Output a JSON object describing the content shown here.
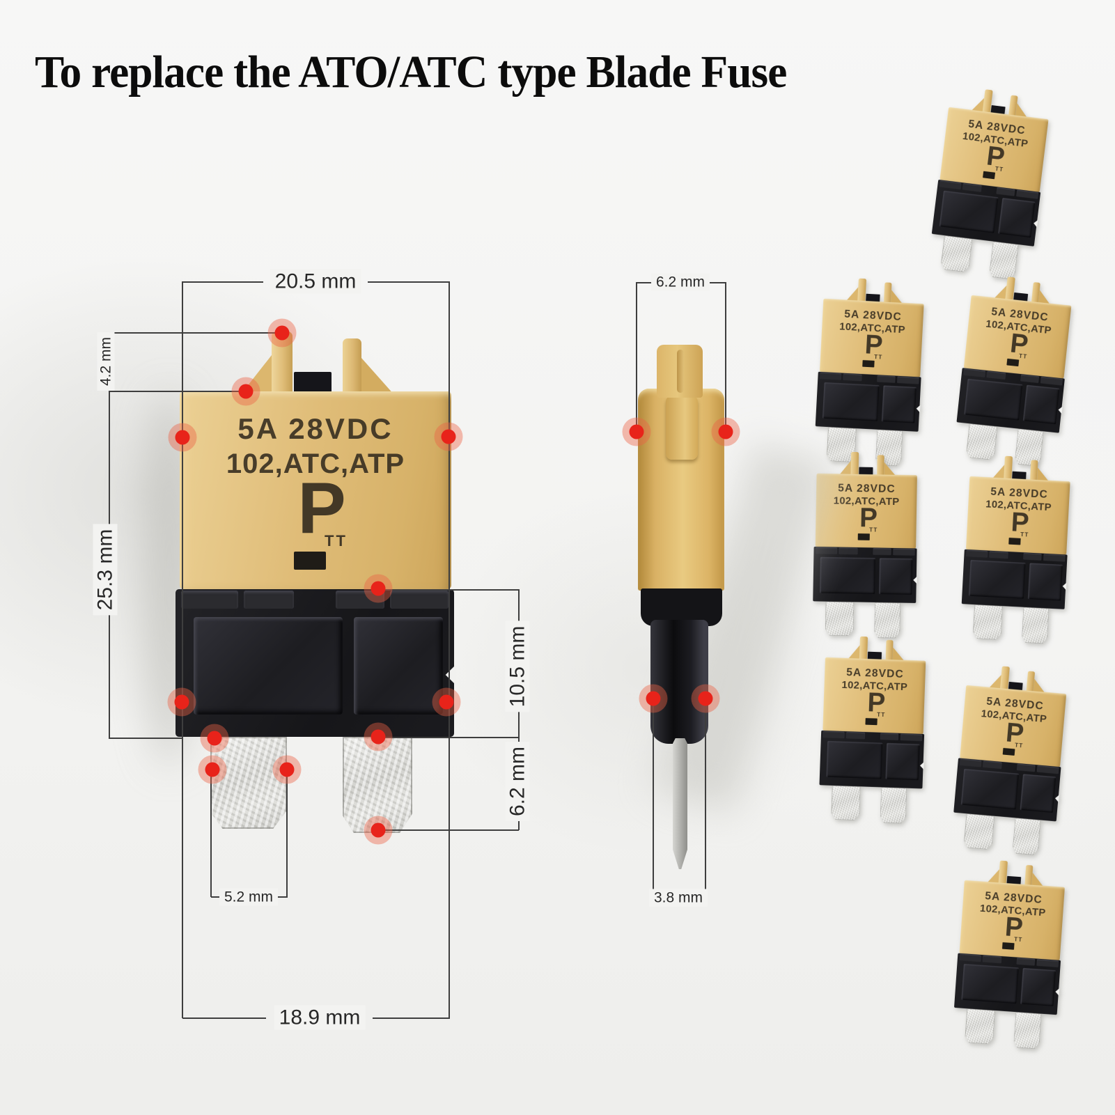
{
  "title": "To replace the ATO/ATC type Blade Fuse",
  "fuse_label": {
    "line1": "5A 28VDC",
    "line2": "102,ATC,ATP",
    "logo": "P",
    "logo_sub": "TT"
  },
  "front_view": {
    "dims": {
      "top_width": "20.5 mm",
      "prong_height": "4.2 mm",
      "body_height": "25.3 mm",
      "base_height": "10.5 mm",
      "blade_length": "6.2 mm",
      "blade_width": "5.2 mm",
      "bottom_width": "18.9 mm"
    }
  },
  "side_view": {
    "dims": {
      "top_width": "6.2 mm",
      "pin_width": "3.8 mm"
    }
  },
  "colors": {
    "body_tan": "#ddb873",
    "base_black": "#1c1c1f",
    "blade_silver": "#d6d6d2",
    "marker_red": "#e8231a",
    "dimension_line": "#3e3e3e"
  }
}
